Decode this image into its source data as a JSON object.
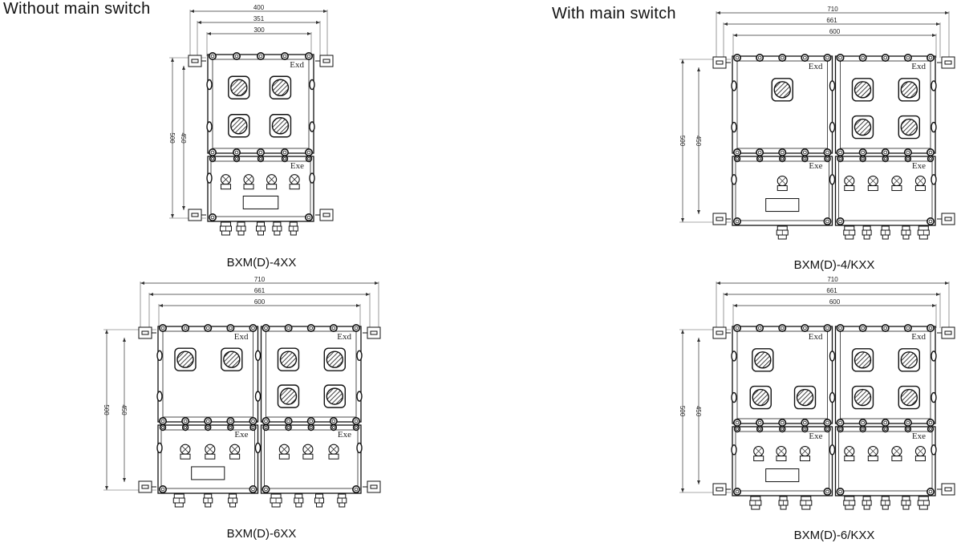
{
  "headings": {
    "without": "Without main switch",
    "with": "With main switch"
  },
  "zone_labels": {
    "flameproof": "Exd",
    "increased_safety": "Exe"
  },
  "drawings": [
    {
      "id": "bxm-4xx",
      "model": "BXM(D)-4XX",
      "columns": 1,
      "dims_top": [
        "400",
        "351",
        "300"
      ],
      "dims_side": [
        "500",
        "450"
      ],
      "top_switch_rows": [
        [
          2
        ],
        []
      ],
      "top_switches": [
        [
          [
            2,
            2
          ]
        ]
      ],
      "bottom_lamps": [
        4
      ],
      "window": [
        true
      ],
      "glands": [
        [
          1,
          4
        ]
      ]
    },
    {
      "id": "bxm-4-kxx",
      "model": "BXM(D)-4/KXX",
      "columns": 2,
      "dims_top": [
        "710",
        "661",
        "600"
      ],
      "dims_side": [
        "500",
        "450"
      ]
    },
    {
      "id": "bxm-6xx",
      "model": "BXM(D)-6XX",
      "columns": 2,
      "dims_top": [
        "710",
        "661",
        "600"
      ],
      "dims_side": [
        "500",
        "450"
      ]
    },
    {
      "id": "bxm-6-kxx",
      "model": "BXM(D)-6/KXX",
      "columns": 2,
      "dims_top": [
        "710",
        "661",
        "600"
      ],
      "dims_side": [
        "500",
        "450"
      ]
    }
  ]
}
